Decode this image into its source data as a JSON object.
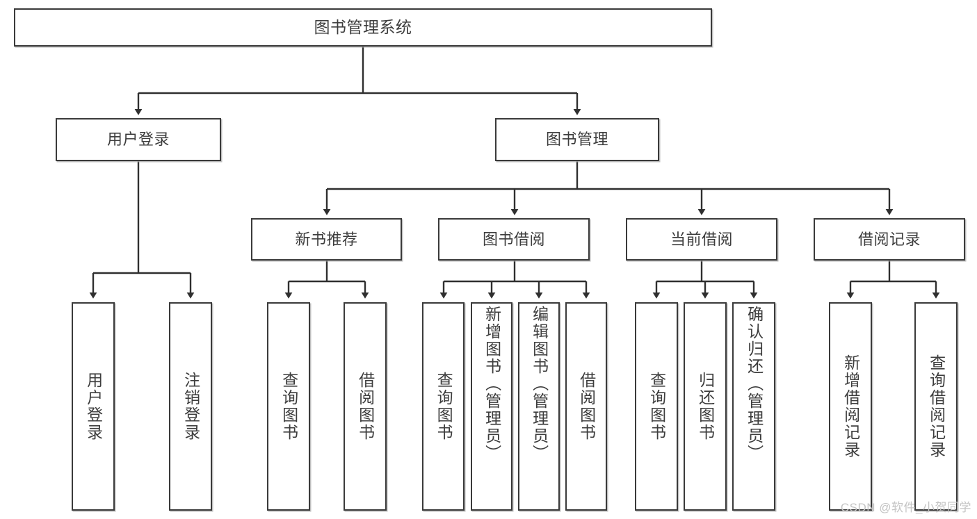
{
  "diagram": {
    "title": "图书管理系统",
    "type": "tree",
    "colors": {
      "box_border": "#3a3a3a",
      "box_fill": "#ffffff",
      "text": "#3d3d3d",
      "connector": "#2f2f2f",
      "watermark": "#c4c4c4",
      "background": "#ffffff"
    }
  },
  "watermark": {
    "text": "CSDN @软件_小贺同学"
  },
  "nodes": {
    "root": {
      "label": "图书管理系统"
    },
    "level2": [
      {
        "id": "user-login",
        "label": "用户登录"
      },
      {
        "id": "book-manage",
        "label": "图书管理"
      }
    ],
    "level3": [
      {
        "id": "new-book-recommend",
        "label": "新书推荐"
      },
      {
        "id": "book-borrow",
        "label": "图书借阅"
      },
      {
        "id": "current-borrow",
        "label": "当前借阅"
      },
      {
        "id": "borrow-record",
        "label": "借阅记录"
      }
    ],
    "leaves": {
      "user_login": [
        {
          "id": "leaf-user-login",
          "label": "用户登录"
        },
        {
          "id": "leaf-logout-login",
          "label": "注销登录"
        }
      ],
      "new_book_recommend": [
        {
          "id": "leaf-query-book-1",
          "label": "查询图书"
        },
        {
          "id": "leaf-borrow-book-1",
          "label": "借阅图书"
        }
      ],
      "book_borrow": [
        {
          "id": "leaf-query-book-2",
          "label": "查询图书"
        },
        {
          "id": "leaf-add-book",
          "label": "新增图书（管理员）"
        },
        {
          "id": "leaf-edit-book",
          "label": "编辑图书（管理员）"
        },
        {
          "id": "leaf-borrow-book-2",
          "label": "借阅图书"
        }
      ],
      "current_borrow": [
        {
          "id": "leaf-query-book-3",
          "label": "查询图书"
        },
        {
          "id": "leaf-return-book",
          "label": "归还图书"
        },
        {
          "id": "leaf-confirm-return",
          "label": "确认归还（管理员）"
        }
      ],
      "borrow_record": [
        {
          "id": "leaf-add-borrow-record",
          "label": "新增借阅记录"
        },
        {
          "id": "leaf-query-borrow-record",
          "label": "查询借阅记录"
        }
      ]
    }
  }
}
